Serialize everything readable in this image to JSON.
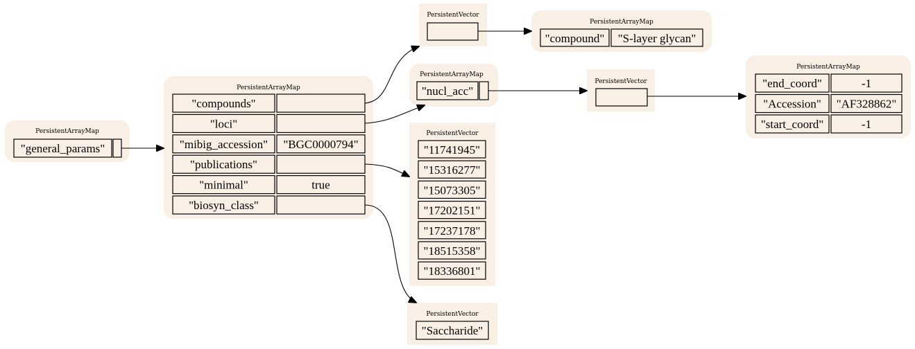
{
  "node_title_map": "PersistentArrayMap",
  "node_title_vector": "PersistentVector",
  "root": {
    "key": "\"general_params\""
  },
  "main": {
    "rows": [
      {
        "key": "\"compounds\"",
        "value": ""
      },
      {
        "key": "\"loci\"",
        "value": ""
      },
      {
        "key": "\"mibig_accession\"",
        "value": "\"BGC0000794\""
      },
      {
        "key": "\"publications\"",
        "value": ""
      },
      {
        "key": "\"minimal\"",
        "value": "true"
      },
      {
        "key": "\"biosyn_class\"",
        "value": ""
      }
    ]
  },
  "compound_map": {
    "key": "\"compound\"",
    "value": "\"S-layer glycan\""
  },
  "loci_map": {
    "key": "\"nucl_acc\""
  },
  "accession_map": {
    "rows": [
      {
        "key": "\"end_coord\"",
        "value": "-1"
      },
      {
        "key": "\"Accession\"",
        "value": "\"AF328862\""
      },
      {
        "key": "\"start_coord\"",
        "value": "-1"
      }
    ]
  },
  "publications": [
    "\"11741945\"",
    "\"15316277\"",
    "\"15073305\"",
    "\"17202151\"",
    "\"17237178\"",
    "\"18515358\"",
    "\"18336801\""
  ],
  "biosyn_classes": [
    "\"Saccharide\""
  ],
  "colors": {
    "node_fill": "#faefe4",
    "stroke": "#000000"
  }
}
